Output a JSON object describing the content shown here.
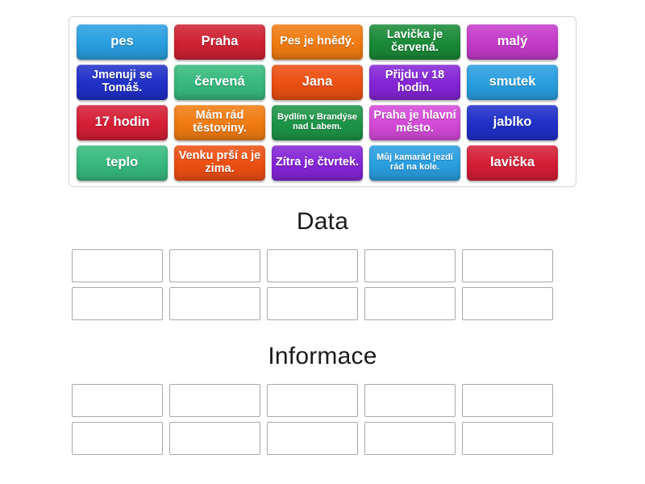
{
  "activity": {
    "type": "group-sort",
    "language": "cs"
  },
  "tray": {
    "name": "tile-tray",
    "tiles": [
      {
        "label": "pes",
        "color": "#2a9fe0",
        "size": "fs-lg"
      },
      {
        "label": "Praha",
        "color": "#cf2233",
        "size": "fs-lg"
      },
      {
        "label": "Pes je hnědý.",
        "color": "#f07c12",
        "size": "fs-md"
      },
      {
        "label": "Lavička je červená.",
        "color": "#1a8a38",
        "size": "fs-md"
      },
      {
        "label": "malý",
        "color": "#c43bc9",
        "size": "fs-lg"
      },
      {
        "label": "Jmenuji se Tomáš.",
        "color": "#2030c8",
        "size": "fs-md"
      },
      {
        "label": "červená",
        "color": "#37b97e",
        "size": "fs-lg"
      },
      {
        "label": "Jana",
        "color": "#ec4f12",
        "size": "fs-lg"
      },
      {
        "label": "Přijdu v 18 hodin.",
        "color": "#8425d6",
        "size": "fs-md"
      },
      {
        "label": "smutek",
        "color": "#2a9fe0",
        "size": "fs-lg"
      },
      {
        "label": "17 hodin",
        "color": "#d41f36",
        "size": "fs-lg"
      },
      {
        "label": "Mám rád těstoviny.",
        "color": "#f07c12",
        "size": "fs-md"
      },
      {
        "label": "Bydlím v Brandýse nad Labem.",
        "color": "#1d9447",
        "size": "fs-xs"
      },
      {
        "label": "Praha je hlavní město.",
        "color": "#d44ad8",
        "size": "fs-md"
      },
      {
        "label": "jablko",
        "color": "#2030c8",
        "size": "fs-lg"
      },
      {
        "label": "teplo",
        "color": "#37b97e",
        "size": "fs-lg"
      },
      {
        "label": "Venku prší a je zima.",
        "color": "#ec4f12",
        "size": "fs-md"
      },
      {
        "label": "Zítra je čtvrtek.",
        "color": "#8425d6",
        "size": "fs-md"
      },
      {
        "label": "Můj kamarád jezdí rád na kole.",
        "color": "#2a9fe0",
        "size": "fs-xs"
      },
      {
        "label": "lavička",
        "color": "#d41f36",
        "size": "fs-lg"
      }
    ]
  },
  "categories": [
    {
      "title": "Data",
      "slot_count": 10
    },
    {
      "title": "Informace",
      "slot_count": 10
    }
  ],
  "colors": {
    "page_background": "#ffffff",
    "tray_border": "#d4d4d4",
    "slot_border": "#a8a8a8",
    "slot_fill": "#ffffff",
    "title_text": "#1a1a1a",
    "tile_text": "#ffffff"
  }
}
